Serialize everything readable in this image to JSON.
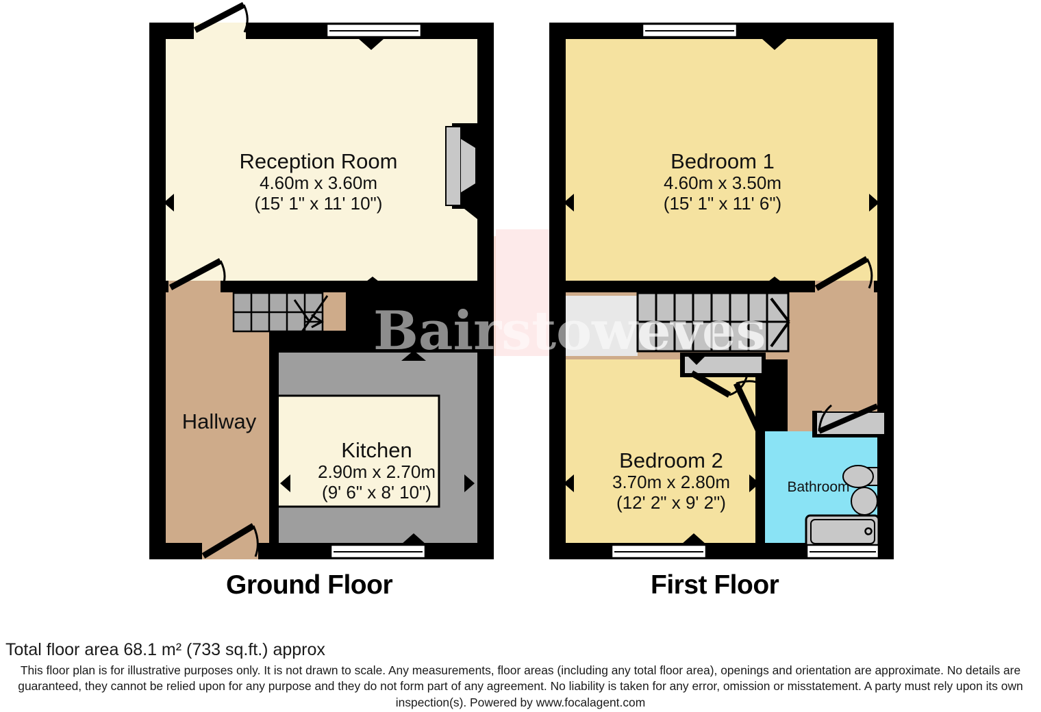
{
  "document": {
    "type": "property-floor-plan",
    "watermark": "Bairstoweves"
  },
  "floors": [
    {
      "id": "ground",
      "title": "Ground Floor",
      "rooms": [
        {
          "id": "reception-room",
          "name": "Reception Room",
          "dim_metric": "4.60m x 3.60m",
          "dim_imperial": "(15' 1\" x 11' 10\")",
          "fill": "#faf4dc"
        },
        {
          "id": "hallway",
          "name": "Hallway",
          "dim_metric": "",
          "dim_imperial": "",
          "fill": "#ceab8a"
        },
        {
          "id": "kitchen",
          "name": "Kitchen",
          "dim_metric": "2.90m x 2.70m",
          "dim_imperial": "(9' 6\" x 8' 10\")",
          "fill": "#9e9e9e"
        }
      ]
    },
    {
      "id": "first",
      "title": "First Floor",
      "rooms": [
        {
          "id": "bedroom-1",
          "name": "Bedroom 1",
          "dim_metric": "4.60m x 3.50m",
          "dim_imperial": "(15' 1\" x 11' 6\")",
          "fill": "#f5e2a0"
        },
        {
          "id": "bedroom-2",
          "name": "Bedroom 2",
          "dim_metric": "3.70m x 2.80m",
          "dim_imperial": "(12' 2\" x 9' 2\")",
          "fill": "#f5e2a0"
        },
        {
          "id": "landing",
          "name": "",
          "dim_metric": "",
          "dim_imperial": "",
          "fill": "#ceab8a"
        },
        {
          "id": "bathroom",
          "name": "Bathroom",
          "dim_metric": "",
          "dim_imperial": "",
          "fill": "#8ae3f5"
        }
      ]
    }
  ],
  "footer": {
    "total_area": "Total floor area 68.1 m² (733 sq.ft.) approx",
    "disclaimer": "This floor plan is for illustrative purposes only. It is not drawn to scale. Any measurements, floor areas (including any total floor area), openings and orientation are approximate. No details are guaranteed, they cannot be relied upon for any purpose and they do not form part of any agreement. No liability is taken for any error, omission or misstatement. A party must rely upon its own inspection(s). Powered by www.focalagent.com"
  },
  "colors": {
    "wall": "#000000",
    "reception": "#faf4dc",
    "hallway": "#ceab8a",
    "kitchen": "#9e9e9e",
    "kitchen_inset": "#faf4dc",
    "bedroom": "#f5e2a0",
    "bathroom": "#8ae3f5",
    "stairs": "#aaaaaa",
    "fixture": "#c8c8c8",
    "window": "#ffffff",
    "watermark_red": "#f2b9b9",
    "watermark_white": "#ffffff"
  }
}
